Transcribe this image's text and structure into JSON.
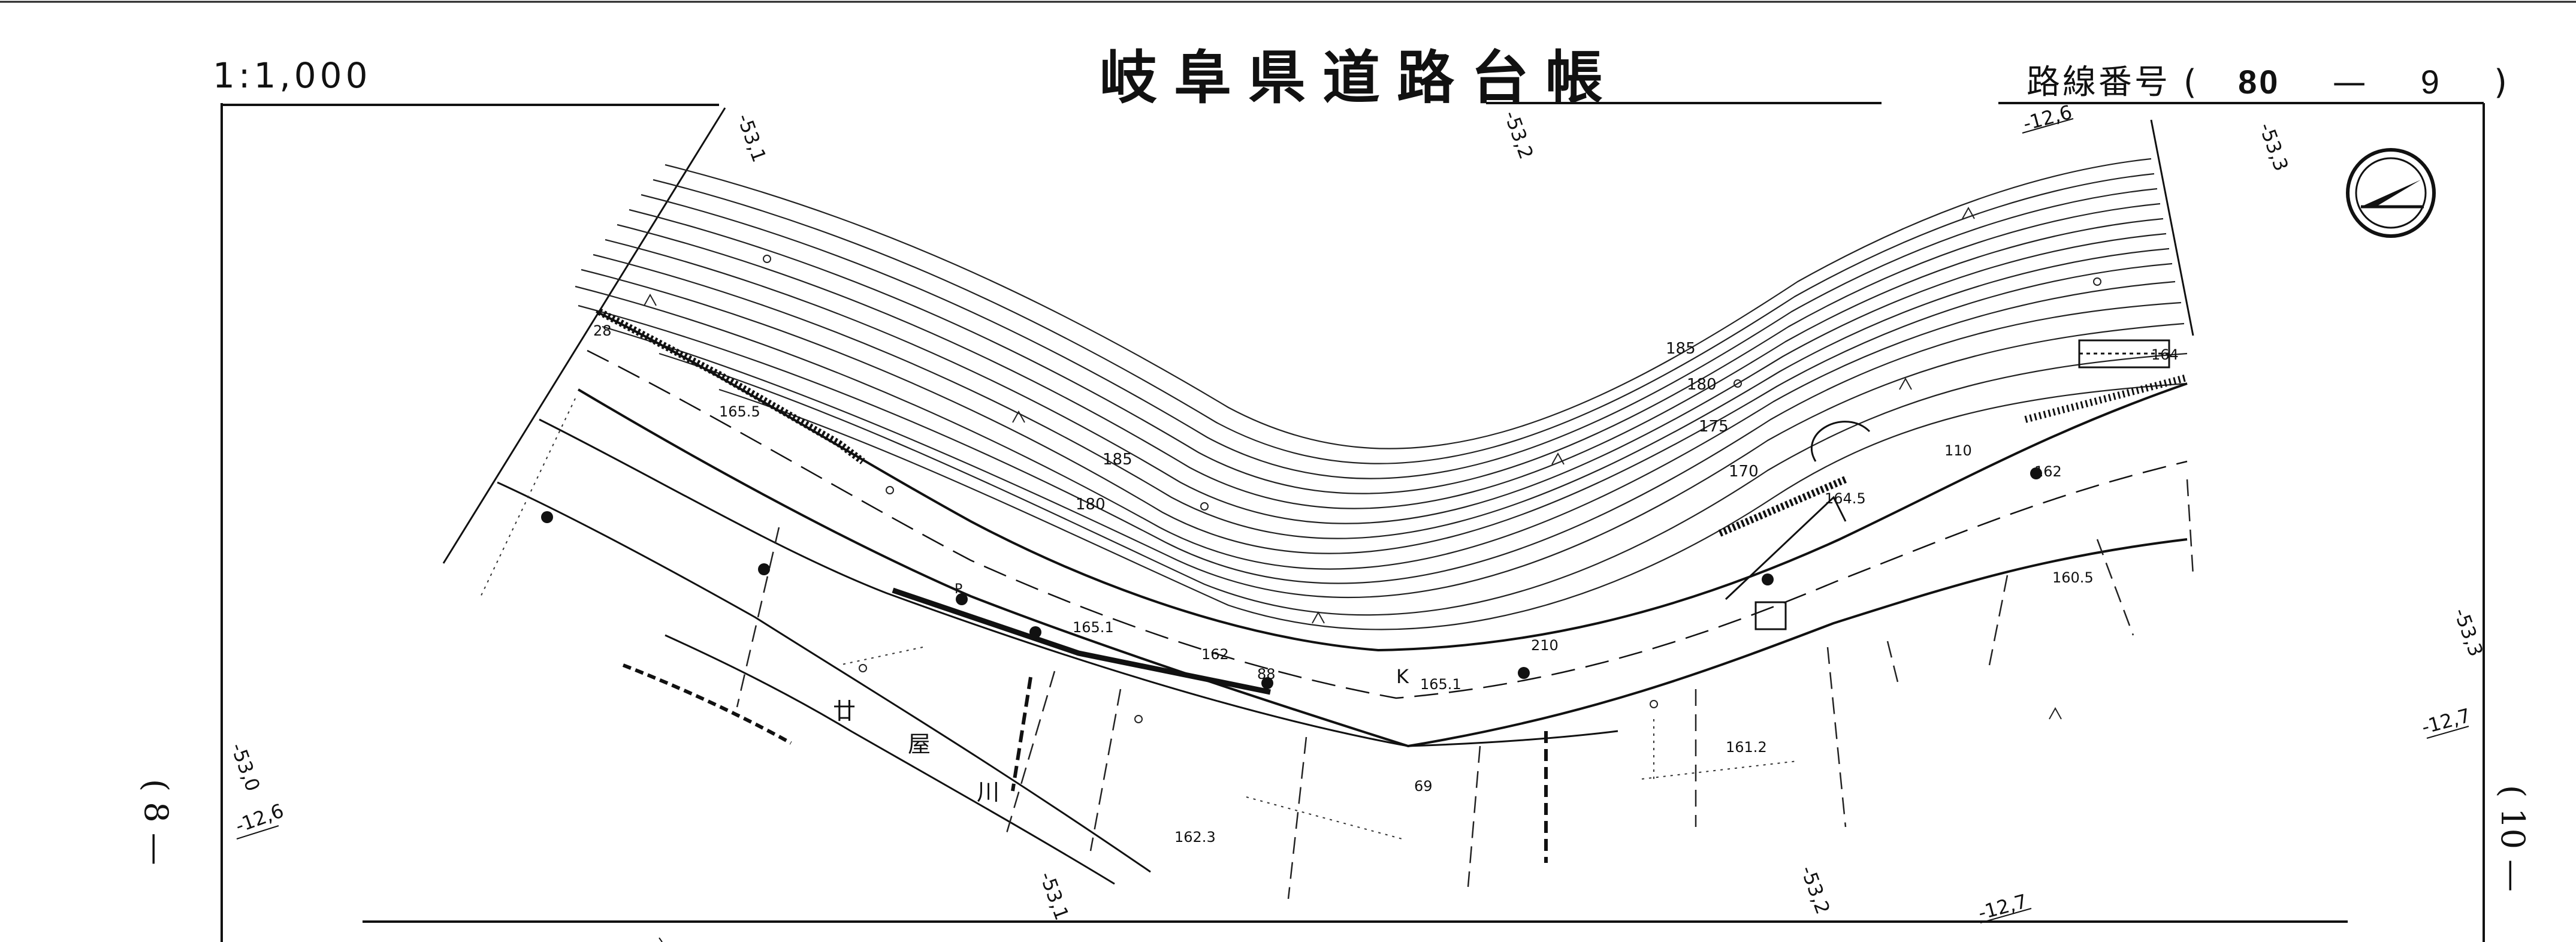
{
  "header": {
    "scale": "1:1,000",
    "title": "岐阜県道路台帳",
    "route_label": "路線番号",
    "route_open": "(",
    "route_number": "80",
    "route_dash": "—",
    "route_page": "9",
    "route_close": ")"
  },
  "sheet": {
    "prev_sheet": "8",
    "next_sheet": "10"
  },
  "grid_labels": {
    "top_1": "-53,1",
    "top_2": "-53,2",
    "top_3": "-53,3",
    "top_4": "-12,6",
    "left_1": "-53,0",
    "left_2": "-12,6",
    "right_1": "-53,3",
    "right_2": "-12,7",
    "bottom_1": "-53,1",
    "bottom_2": "-53,2",
    "bottom_3": "-12,7"
  },
  "map_text": {
    "river_1": "廿",
    "river_2": "屋",
    "river_3": "川",
    "contour_185": "185",
    "contour_180": "180",
    "contour_175": "175",
    "contour_170": "170",
    "contour_185b": "185",
    "contour_180b": "180",
    "elev_1655": "165.5",
    "elev_1651": "165.1",
    "elev_1651b": "165.1",
    "elev_1645": "164.5",
    "elev_164": "164",
    "elev_162": "162",
    "elev_1605": "160.5",
    "elev_1612": "161.2",
    "elev_1623": "162.3",
    "mark_k": "K",
    "mark_p": "P",
    "mark_28": "28",
    "mark_162": "162",
    "mark_210": "210",
    "mark_69": "69",
    "mark_88": "88",
    "mark_110": "110"
  },
  "icons": {
    "north_arrow": "north-arrow-icon"
  }
}
